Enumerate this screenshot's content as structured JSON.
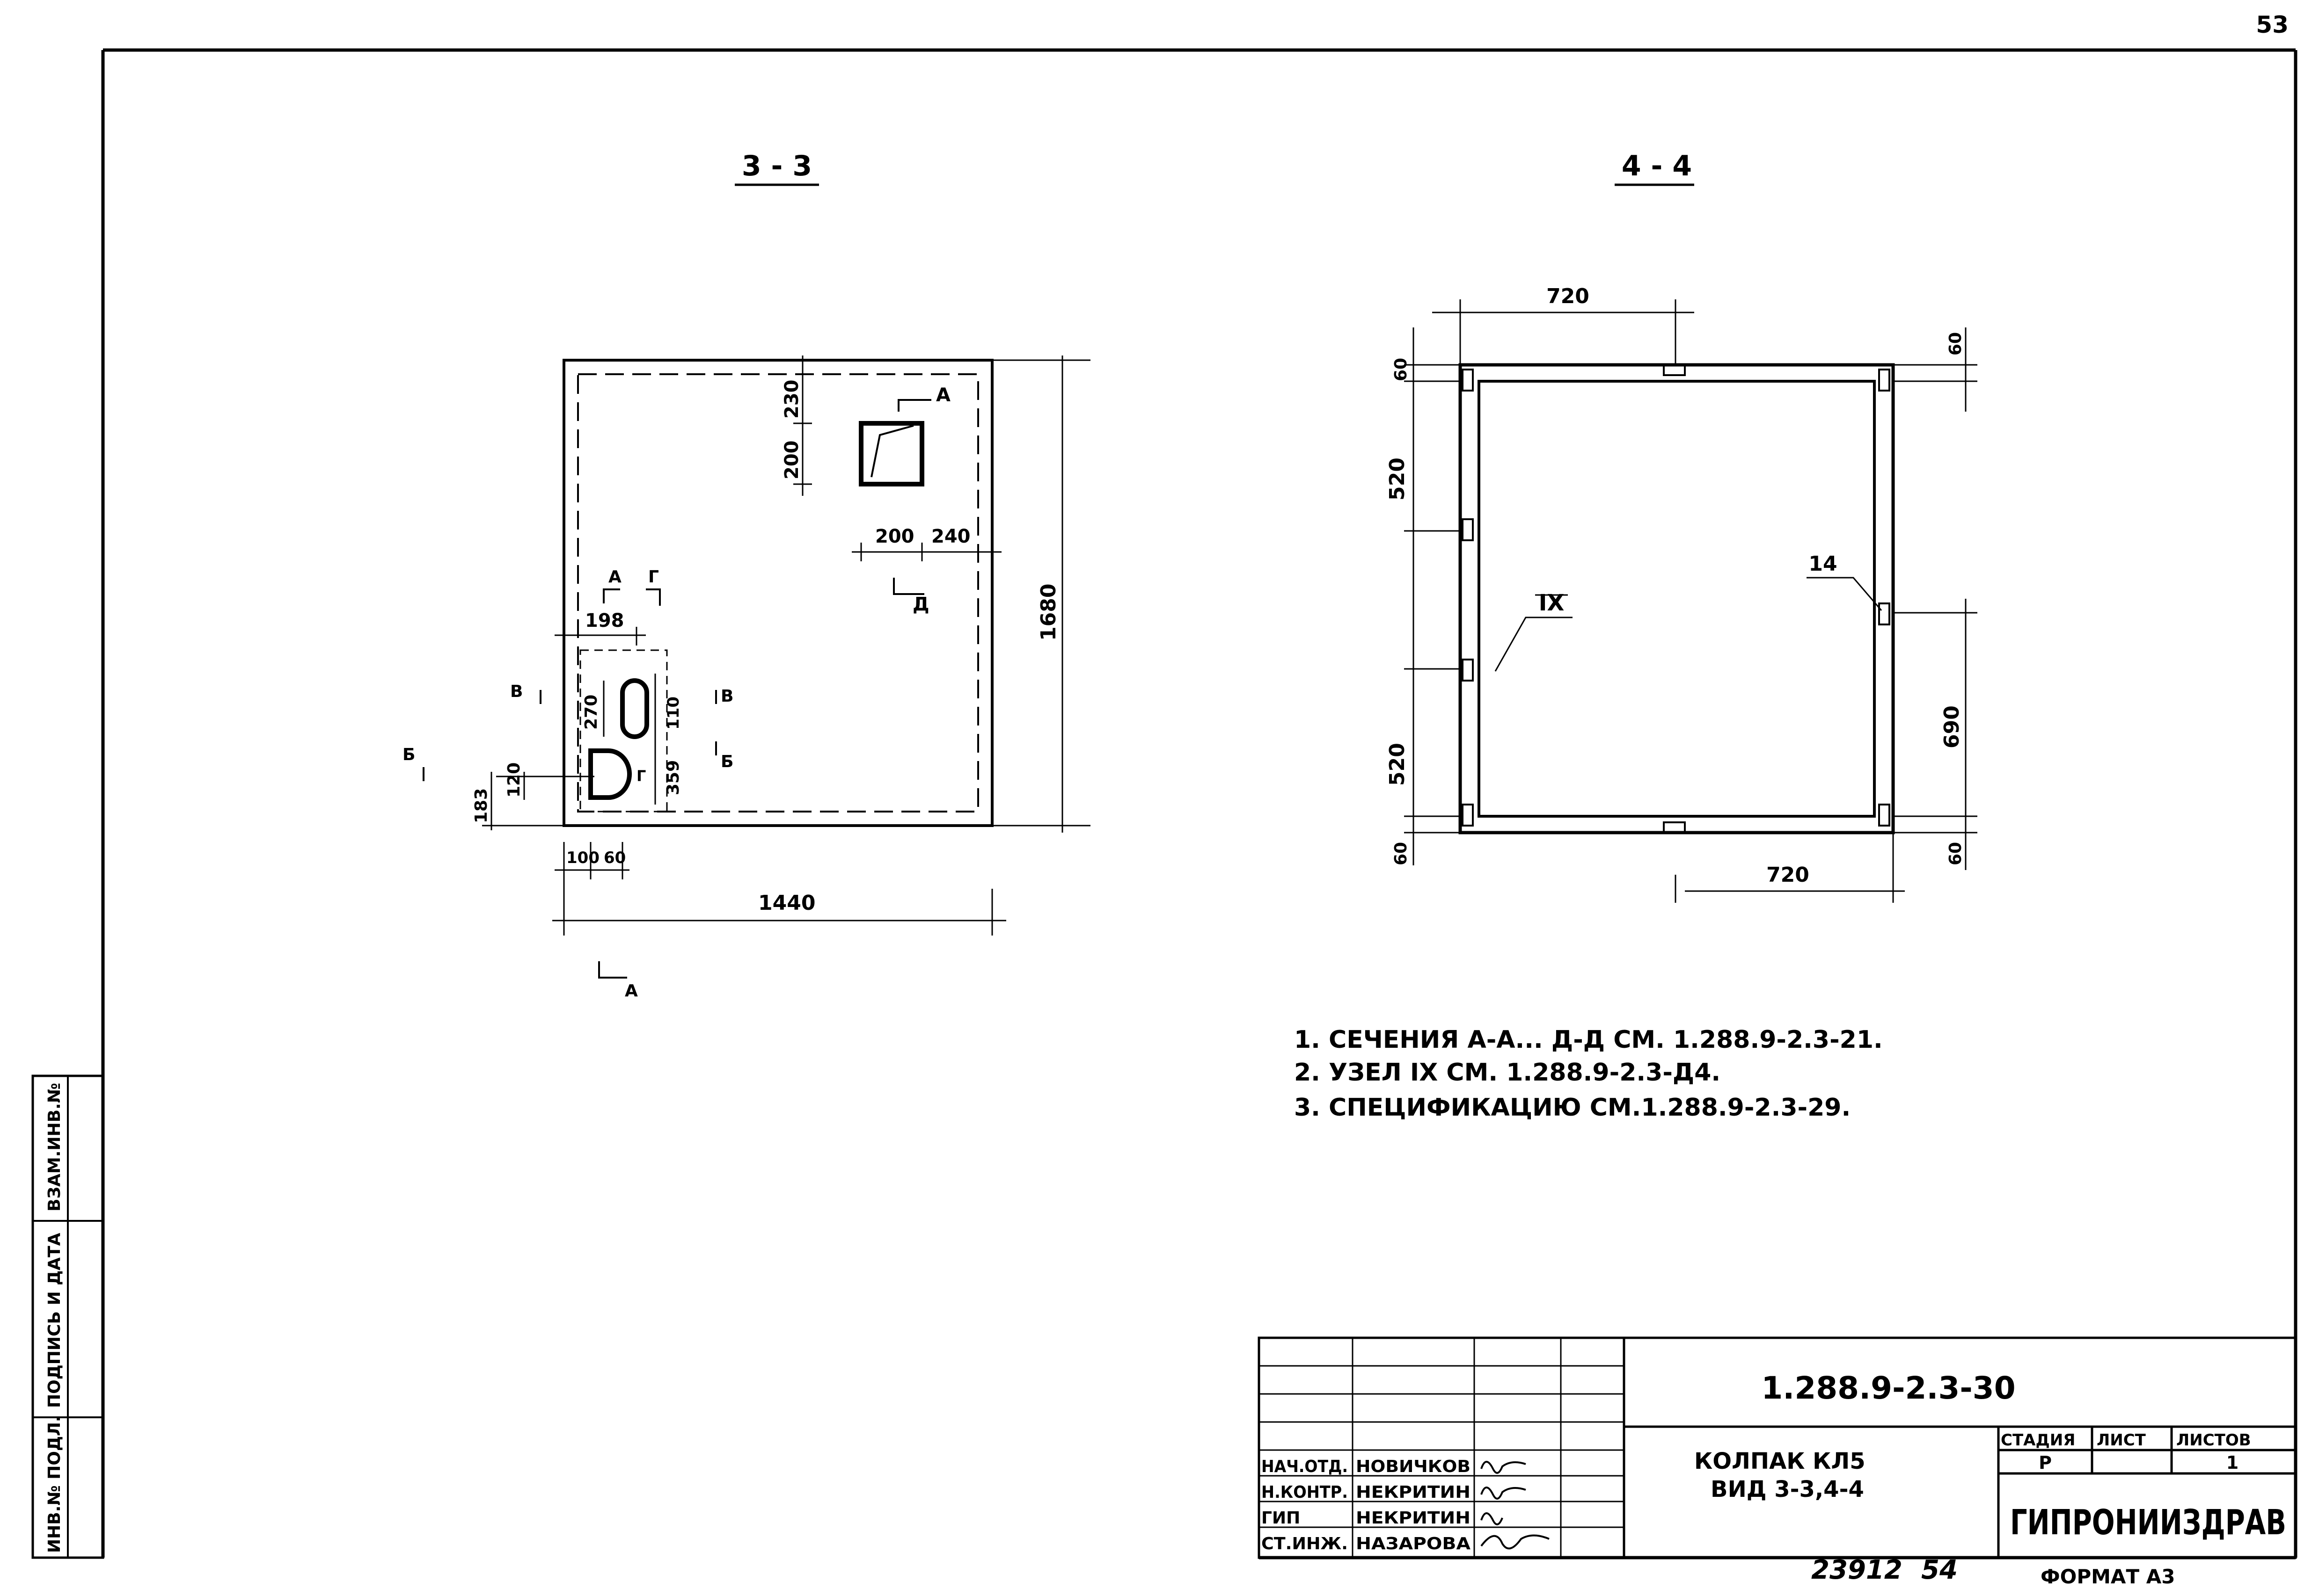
{
  "page_number": "53",
  "section_3_3": {
    "title": "3 - 3",
    "dims": {
      "d230": "230",
      "d200v": "200",
      "d200h": "200",
      "d240": "240",
      "d1680": "1680",
      "d198": "198",
      "d270": "270",
      "d110": "110",
      "d359": "359",
      "d120": "120",
      "d183": "183",
      "d100": "100",
      "d60": "60",
      "d1440": "1440"
    },
    "cut_marks": {
      "a_top": "А",
      "a_left": "А",
      "g": "Г",
      "d": "Д",
      "v_left": "В",
      "v_right": "В",
      "b_left": "Б",
      "b_right": "Б",
      "g_small": "Г",
      "a_bottom": "А"
    }
  },
  "section_4_4": {
    "title": "4 - 4",
    "dims": {
      "top_720": "720",
      "bottom_720": "720",
      "left_60_top": "60",
      "left_520_top": "520",
      "left_520_bottom": "520",
      "left_60_bottom": "60",
      "right_60_top": "60",
      "right_690": "690",
      "right_60_bottom": "60"
    },
    "node_label": "IX",
    "pos_label": "14"
  },
  "notes": [
    "1.  СЕЧЕНИЯ А-А... Д-Д СМ. 1.288.9-2.3-21.",
    "2.  УЗЕЛ IX СМ. 1.288.9-2.3-Д4.",
    "3.  СПЕЦИФИКАЦИЮ СМ.1.288.9-2.3-29."
  ],
  "side_stamp": {
    "col1": "ИНВ.№ ПОДЛ.",
    "col2": "ПОДПИСЬ И ДАТА",
    "col3": "ВЗАМ.ИНВ.№"
  },
  "title_block": {
    "doc_code": "1.288.9-2.3-30",
    "item_name": "КОЛПАК КЛ5",
    "item_view": "ВИД 3-3,4-4",
    "stage_header": "СТАДИЯ",
    "sheet_header": "ЛИСТ",
    "sheets_header": "ЛИСТОВ",
    "stage_value": "Р",
    "sheet_value": "",
    "sheets_value": "1",
    "organization": "ГИПРОНИИЗДРАВ",
    "roles": [
      {
        "role": "НАЧ.ОТД.",
        "name": "НОВИЧКОВ"
      },
      {
        "role": "Н.КОНТР.",
        "name": "НЕКРИТИН"
      },
      {
        "role": "ГИП",
        "name": "НЕКРИТИН"
      },
      {
        "role": "СТ.ИНЖ.",
        "name": "НАЗАРОВА"
      }
    ],
    "archive_number": "23912",
    "archive_sheet": "54",
    "format": "ФОРМАТ А3"
  }
}
